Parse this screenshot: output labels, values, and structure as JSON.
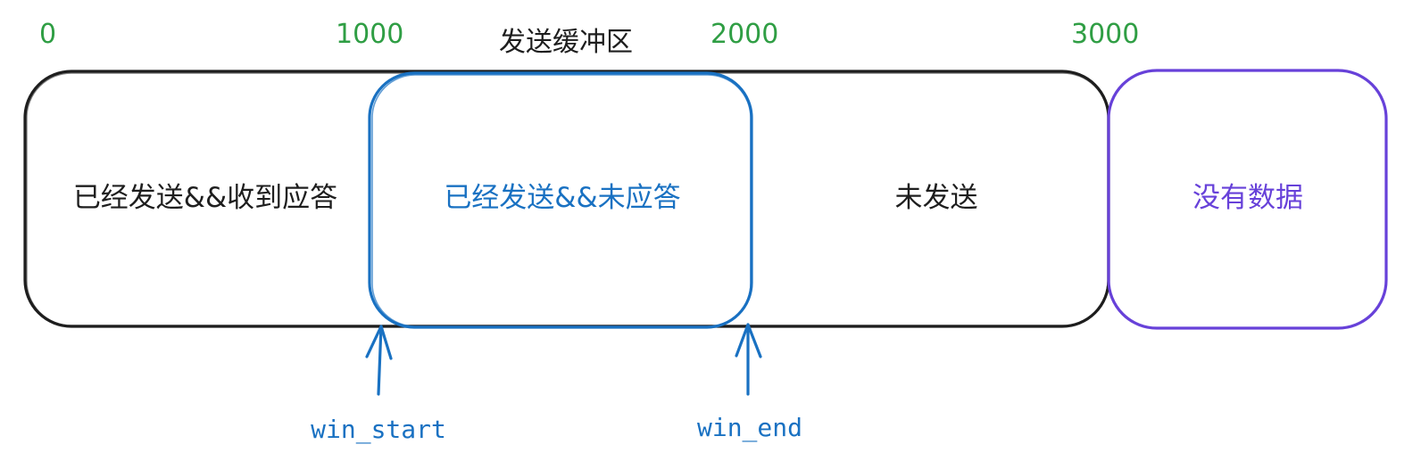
{
  "title": "发送缓冲区",
  "ticks": [
    "0",
    "1000",
    "2000",
    "3000"
  ],
  "regions": {
    "acked": "已经发送&&收到应答",
    "in_flight": "已经发送&&未应答",
    "not_sent": "未发送",
    "no_data": "没有数据"
  },
  "pointers": {
    "start": "win_start",
    "end": "win_end"
  },
  "colors": {
    "tick": "#2f9e44",
    "window": "#1971c2",
    "no_data": "#6741d9",
    "outline": "#1e1e1e"
  }
}
